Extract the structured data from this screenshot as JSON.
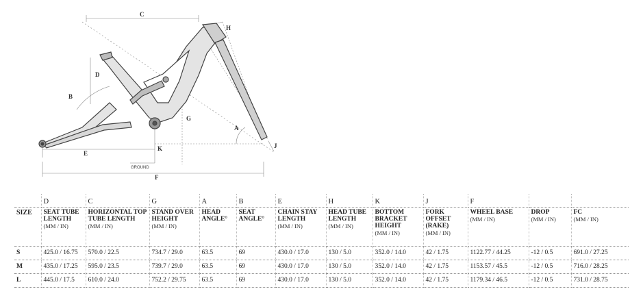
{
  "diagram": {
    "labels": {
      "c": "C",
      "h": "H",
      "d": "D",
      "b": "B",
      "g": "G",
      "a": "A",
      "j": "J",
      "k": "K",
      "e": "E",
      "f": "F",
      "ground": "GROUND"
    }
  },
  "table": {
    "size_header": "SIZE",
    "columns": [
      {
        "letter": "D",
        "name": "SEAT TUBE LENGTH",
        "unit": "(MM / IN)"
      },
      {
        "letter": "C",
        "name": "HORIZONTAL TOP TUBE LENGTH",
        "unit": "(MM / IN)"
      },
      {
        "letter": "G",
        "name": "STAND OVER HEIGHT",
        "unit": "(MM / IN)"
      },
      {
        "letter": "A",
        "name": "HEAD ANGLE°",
        "unit": ""
      },
      {
        "letter": "B",
        "name": "SEAT ANGLE°",
        "unit": ""
      },
      {
        "letter": "E",
        "name": "CHAIN STAY LENGTH",
        "unit": "(MM / IN)"
      },
      {
        "letter": "H",
        "name": "HEAD TUBE LENGTH",
        "unit": "(MM / IN)"
      },
      {
        "letter": "K",
        "name": "BOTTOM BRACKET HEIGHT",
        "unit": "(MM / IN)"
      },
      {
        "letter": "J",
        "name": "FORK OFFSET (RAKE)",
        "unit": "(MM / IN)"
      },
      {
        "letter": "F",
        "name": "WHEEL BASE",
        "unit": "(MM / IN)"
      },
      {
        "letter": "",
        "name": "DROP",
        "unit": "(MM / IN)"
      },
      {
        "letter": "",
        "name": "FC",
        "unit": "(MM / IN)"
      }
    ],
    "rows": [
      {
        "size": "S",
        "cells": [
          "425.0 / 16.75",
          "570.0 / 22.5",
          "734.7 / 29.0",
          "63.5",
          "69",
          "430.0 / 17.0",
          "130 / 5.0",
          "352.0 / 14.0",
          "42 / 1.75",
          "1122.77 / 44.25",
          "-12 / 0.5",
          "691.0 / 27.25"
        ]
      },
      {
        "size": "M",
        "cells": [
          "435.0 / 17.25",
          "595.0 / 23.5",
          "739.7 / 29.0",
          "63.5",
          "69",
          "430.0 / 17.0",
          "130 / 5.0",
          "352.0 / 14.0",
          "42 / 1.75",
          "1153.57 / 45.5",
          "-12 / 0.5",
          "716.0 / 28.25"
        ]
      },
      {
        "size": "L",
        "cells": [
          "445.0 / 17.5",
          "610.0 / 24.0",
          "752.2 / 29.75",
          "63.5",
          "69",
          "430.0 / 17.0",
          "130 / 5.0",
          "352.0 / 14.0",
          "42 / 1.75",
          "1179.34 / 46.5",
          "-12 / 0.5",
          "731.0 / 28.75"
        ]
      }
    ]
  }
}
